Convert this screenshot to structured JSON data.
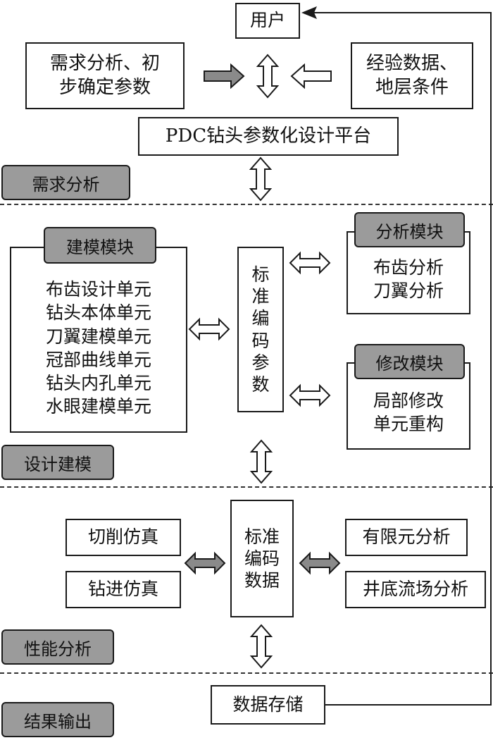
{
  "user": "用户",
  "requirement_box": [
    "需求分析、初",
    "步确定参数"
  ],
  "experience_box": [
    "经验数据、",
    "地层条件"
  ],
  "platform": "PDC钻头参数化设计平台",
  "stages": {
    "requirement": "需求分析",
    "design": "设计建模",
    "performance": "性能分析",
    "output": "结果输出"
  },
  "modeling_module": {
    "title": "建模模块",
    "items": [
      "布齿设计单元",
      "钻头本体单元",
      "刀翼建模单元",
      "冠部曲线单元",
      "钻头内孔单元",
      "水眼建模单元"
    ]
  },
  "std_params": [
    "标",
    "准",
    "编",
    "码",
    "参",
    "数"
  ],
  "analysis_module": {
    "title": "分析模块",
    "items": [
      "布齿分析",
      "刀翼分析"
    ]
  },
  "modify_module": {
    "title": "修改模块",
    "items": [
      "局部修改",
      "单元重构"
    ]
  },
  "sim_left": [
    "切削仿真",
    "钻进仿真"
  ],
  "std_data": [
    "标准",
    "编码",
    "数据"
  ],
  "sim_right": [
    "有限元分析",
    "井底流场分析"
  ],
  "storage": "数据存储",
  "colors": {
    "stage_fill": "#9b9b9b",
    "stroke": "#1a1a1a",
    "filled_arrow": "#8a8a8a"
  }
}
